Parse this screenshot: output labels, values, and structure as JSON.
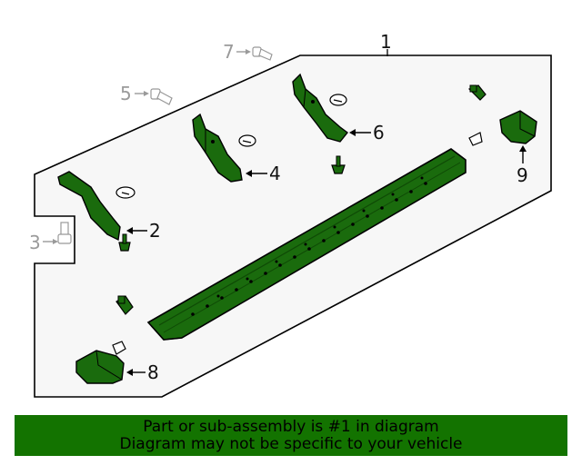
{
  "colors": {
    "part": "#1a6b0d",
    "part_dark": "#0f4a06",
    "panel": "#f7f7f7",
    "banner": "#137300",
    "grey_callout": "#9a9a9a"
  },
  "callouts": {
    "c1": "1",
    "c2": "2",
    "c3": "3",
    "c4": "4",
    "c5": "5",
    "c6": "6",
    "c7": "7",
    "c8": "8",
    "c9": "9"
  },
  "banner": {
    "line1": "Part or sub-assembly is #1 in diagram",
    "line2": "Diagram may not be specific to your vehicle"
  }
}
